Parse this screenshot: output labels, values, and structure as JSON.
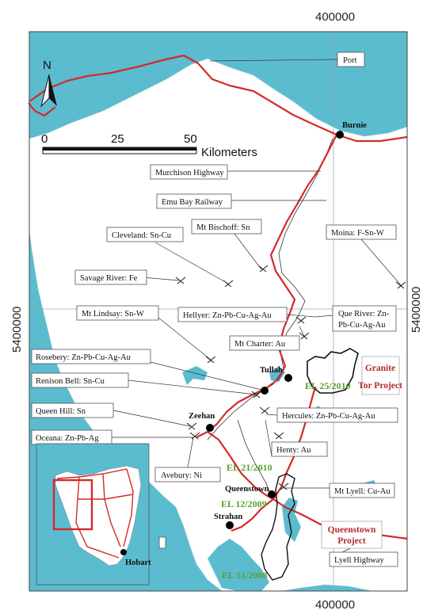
{
  "coordinates": {
    "top_easting": "400000",
    "bottom_easting": "400000",
    "left_northing": "5400000",
    "right_northing": "5400000"
  },
  "north_arrow": {
    "letter": "N"
  },
  "scale_bar": {
    "ticks": [
      "0",
      "25",
      "50"
    ],
    "unit": "Kilometers"
  },
  "towns": {
    "burnie": "Burnie",
    "tullah": "Tullah",
    "zeehan": "Zeehan",
    "queenstown": "Queenstown",
    "strahan": "Strahan",
    "hobart": "Hobart"
  },
  "callouts": {
    "port": "Port",
    "murchison_highway": "Murchison Highway",
    "emu_bay_railway": "Emu Bay Railway",
    "cleveland": "Cleveland: Sn-Cu",
    "mt_bischoff": "Mt Bischoff: Sn",
    "moina": "Moina: F-Sn-W",
    "savage_river": "Savage River: Fe",
    "mt_lindsay": "Mt Lindsay: Sn-W",
    "hellyer": "Hellyer: Zn-Pb-Cu-Ag-Au",
    "que_river_1": "Que River: Zn-",
    "que_river_2": "Pb-Cu-Ag-Au",
    "mt_charter": "Mt Charter: Au",
    "rosebery": "Rosebery: Zn-Pb-Cu-Ag-Au",
    "renison_bell": "Renison Bell: Sn-Cu",
    "queen_hill": "Queen Hill: Sn",
    "oceana": "Oceana: Zn-Pb-Ag",
    "hercules": "Hercules: Zn-Pb-Cu-Ag-Au",
    "henty": "Henty: Au",
    "avebury": "Avebury: Ni",
    "mt_lyell": "Mt Lyell: Cu-Au",
    "lyell_highway": "Lyell Highway"
  },
  "licences": {
    "el_25_2010": "EL 25/2010",
    "el_21_2010": "EL 21/2010",
    "el_12_2009": "EL 12/2009",
    "el_51_2008": "EL 51/2008"
  },
  "projects": {
    "granite_tor_1": "Granite",
    "granite_tor_2": "Tor Project",
    "queenstown_1": "Queenstown",
    "queenstown_2": "Project"
  },
  "colors": {
    "sea": "#5bbccf",
    "land": "#ffffff",
    "road": "#d42a2a",
    "railway": "#333333",
    "licence_text": "#5aa02c",
    "project_text": "#b3282d",
    "inset_frame": "#d42a2a"
  }
}
